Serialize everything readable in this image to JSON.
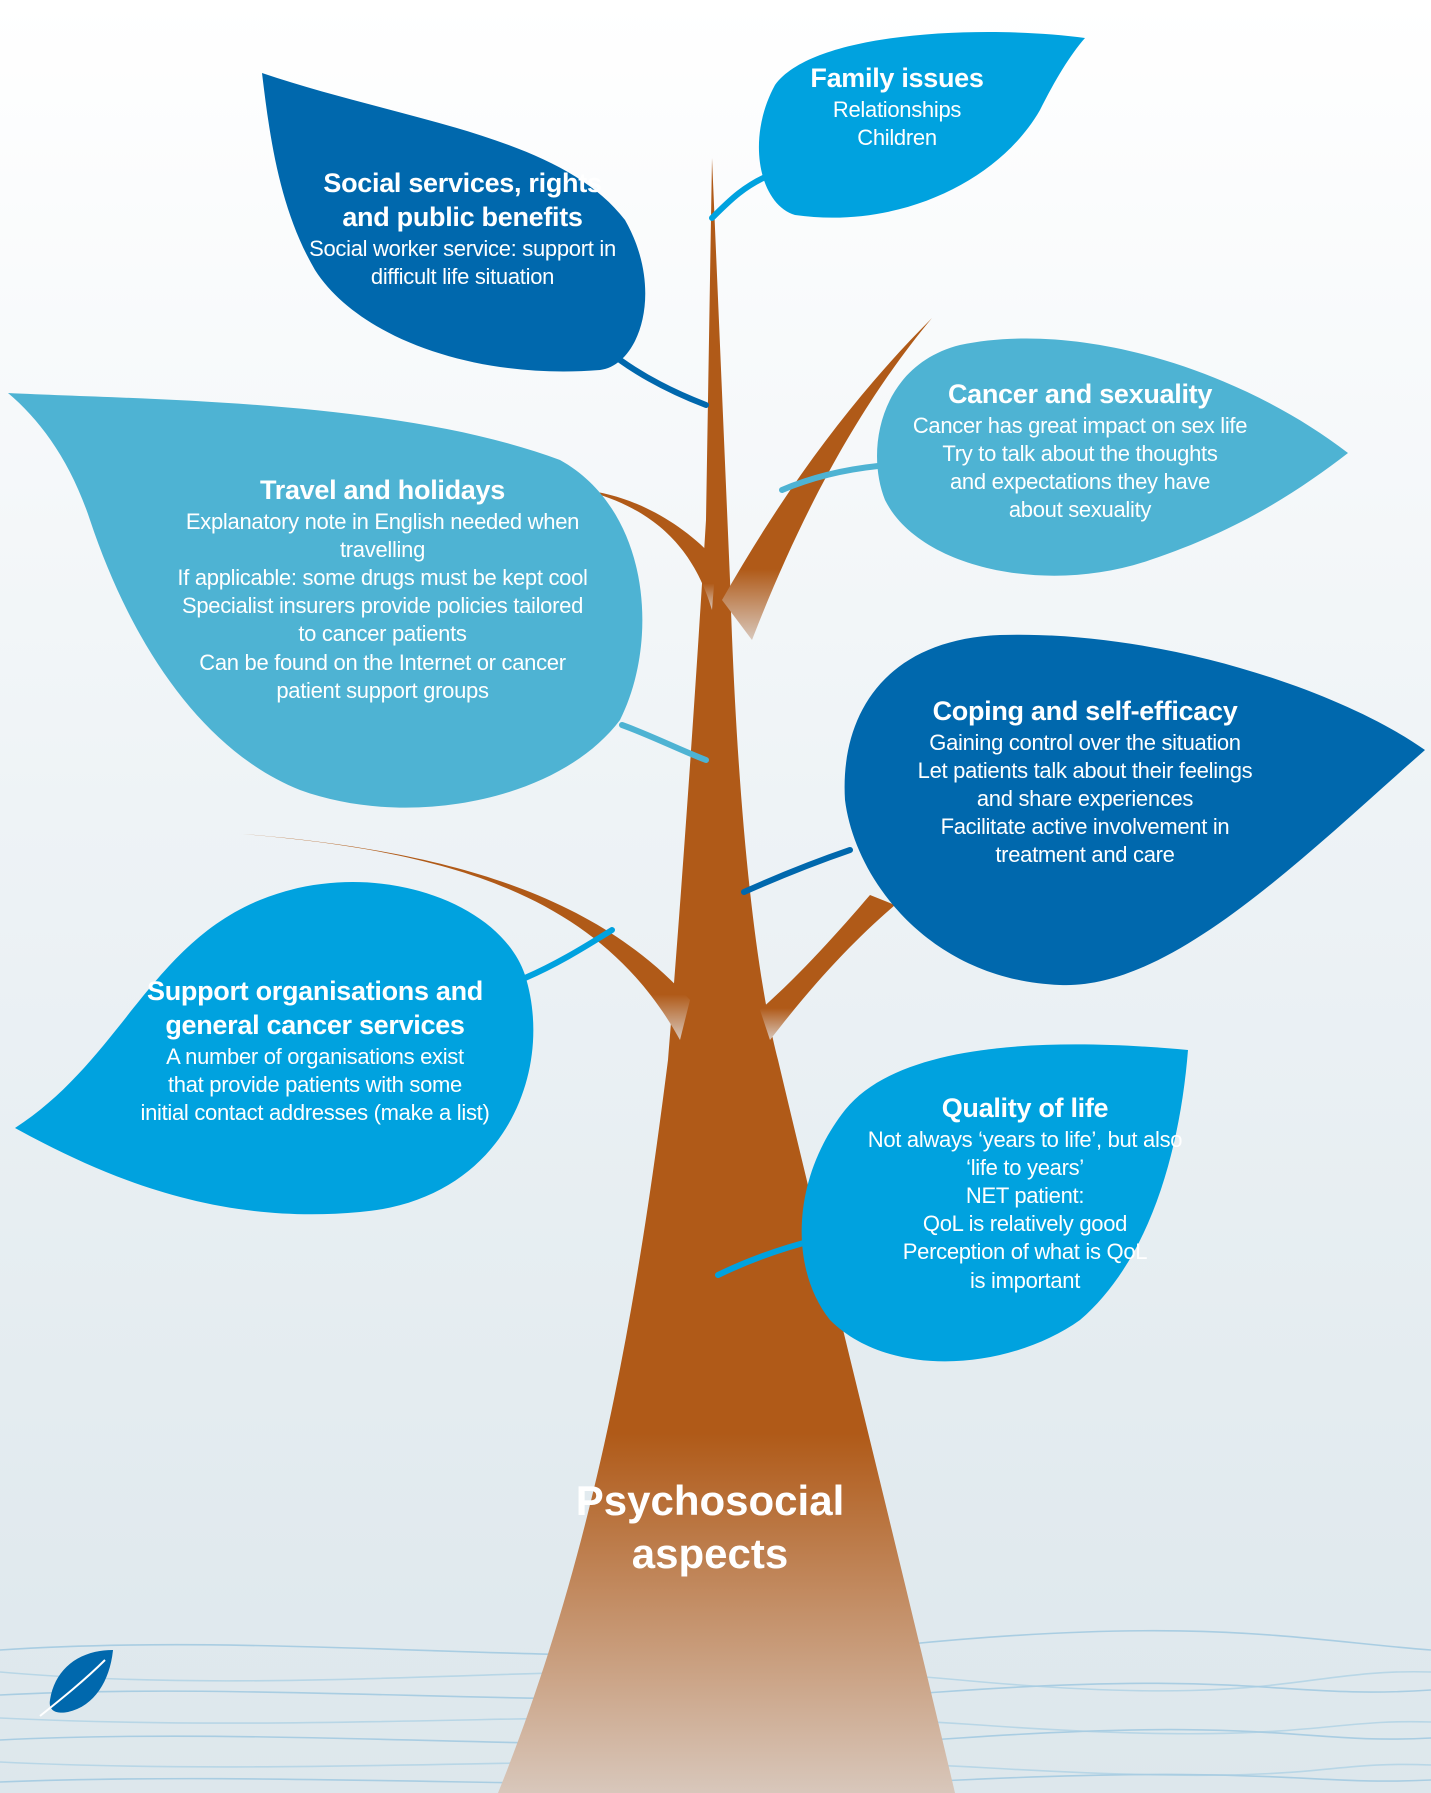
{
  "colors": {
    "trunk": "#b05a18",
    "leaf_dark": "#0068ad",
    "leaf_mid": "#4eb3d3",
    "leaf_bright": "#00a2df",
    "wave": "#9ec5dd"
  },
  "trunk_label": [
    "Psychosocial",
    "aspects"
  ],
  "leaves": [
    {
      "id": "family",
      "title": "Family issues",
      "lines": [
        "Relationships",
        "Children"
      ]
    },
    {
      "id": "social",
      "title": "Social services, rights and public benefits",
      "lines": [
        "Social worker service: support in",
        "difficult life situation"
      ]
    },
    {
      "id": "sexuality",
      "title": "Cancer and sexuality",
      "lines": [
        "Cancer has great impact on sex life",
        "Try to talk about the thoughts",
        "and expectations they have",
        "about sexuality"
      ]
    },
    {
      "id": "travel",
      "title": "Travel and holidays",
      "lines": [
        "Explanatory note in English needed when",
        "travelling",
        "If applicable: some drugs must be kept cool",
        "Specialist insurers provide policies tailored",
        "to cancer patients",
        "Can be found on the Internet or cancer",
        "patient support groups"
      ]
    },
    {
      "id": "coping",
      "title": "Coping and self-efficacy",
      "lines": [
        "Gaining control over the situation",
        "Let patients talk about their feelings",
        "and share experiences",
        "Facilitate active involvement in",
        "treatment and care"
      ]
    },
    {
      "id": "support",
      "title": "Support organisations and general cancer services",
      "lines": [
        "A number of organisations exist",
        "that provide patients with some",
        "initial contact addresses (make a list)"
      ]
    },
    {
      "id": "quality",
      "title": "Quality of life",
      "lines": [
        "Not always ‘years to life’, but also",
        "‘life to years’",
        "NET patient:",
        "QoL is relatively good",
        "Perception of what is QoL",
        "is important"
      ]
    }
  ]
}
